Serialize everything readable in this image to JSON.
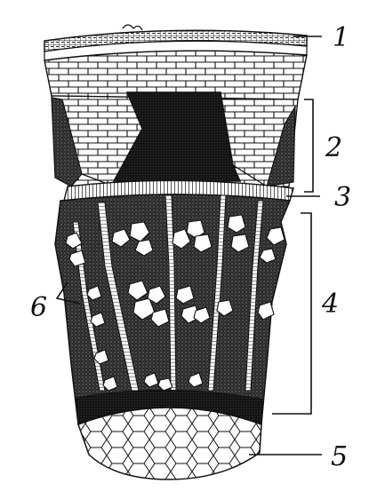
{
  "figure": {
    "labels": [
      {
        "id": "label-1",
        "text": "1"
      },
      {
        "id": "label-2",
        "text": "2"
      },
      {
        "id": "label-3",
        "text": "3"
      },
      {
        "id": "label-4",
        "text": "4"
      },
      {
        "id": "label-5",
        "text": "5"
      },
      {
        "id": "label-6",
        "text": "6"
      }
    ]
  }
}
